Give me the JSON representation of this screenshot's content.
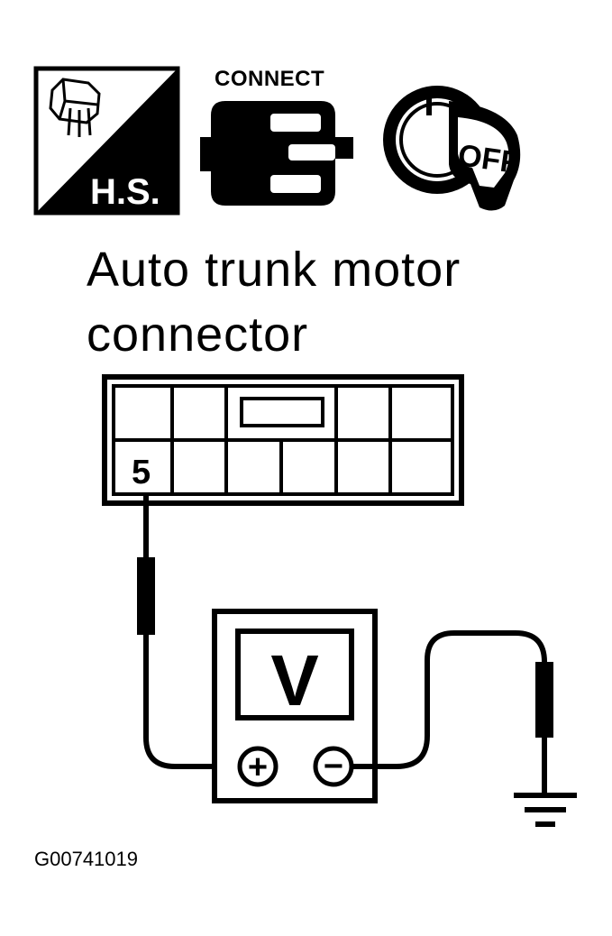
{
  "icons": [
    {
      "name": "harness-side-icon",
      "text": "H.S."
    },
    {
      "name": "connect-icon",
      "text": "CONNECT"
    },
    {
      "name": "ignition-off-icon",
      "text": "OFF"
    }
  ],
  "title_lines": [
    "Auto trunk motor",
    "connector"
  ],
  "connector": {
    "terminal": "5"
  },
  "meter": {
    "label": "V",
    "positive": "+",
    "negative": "−"
  },
  "figure_id": "G00741019",
  "colors": {
    "ink": "#000000",
    "paper": "#ffffff"
  }
}
